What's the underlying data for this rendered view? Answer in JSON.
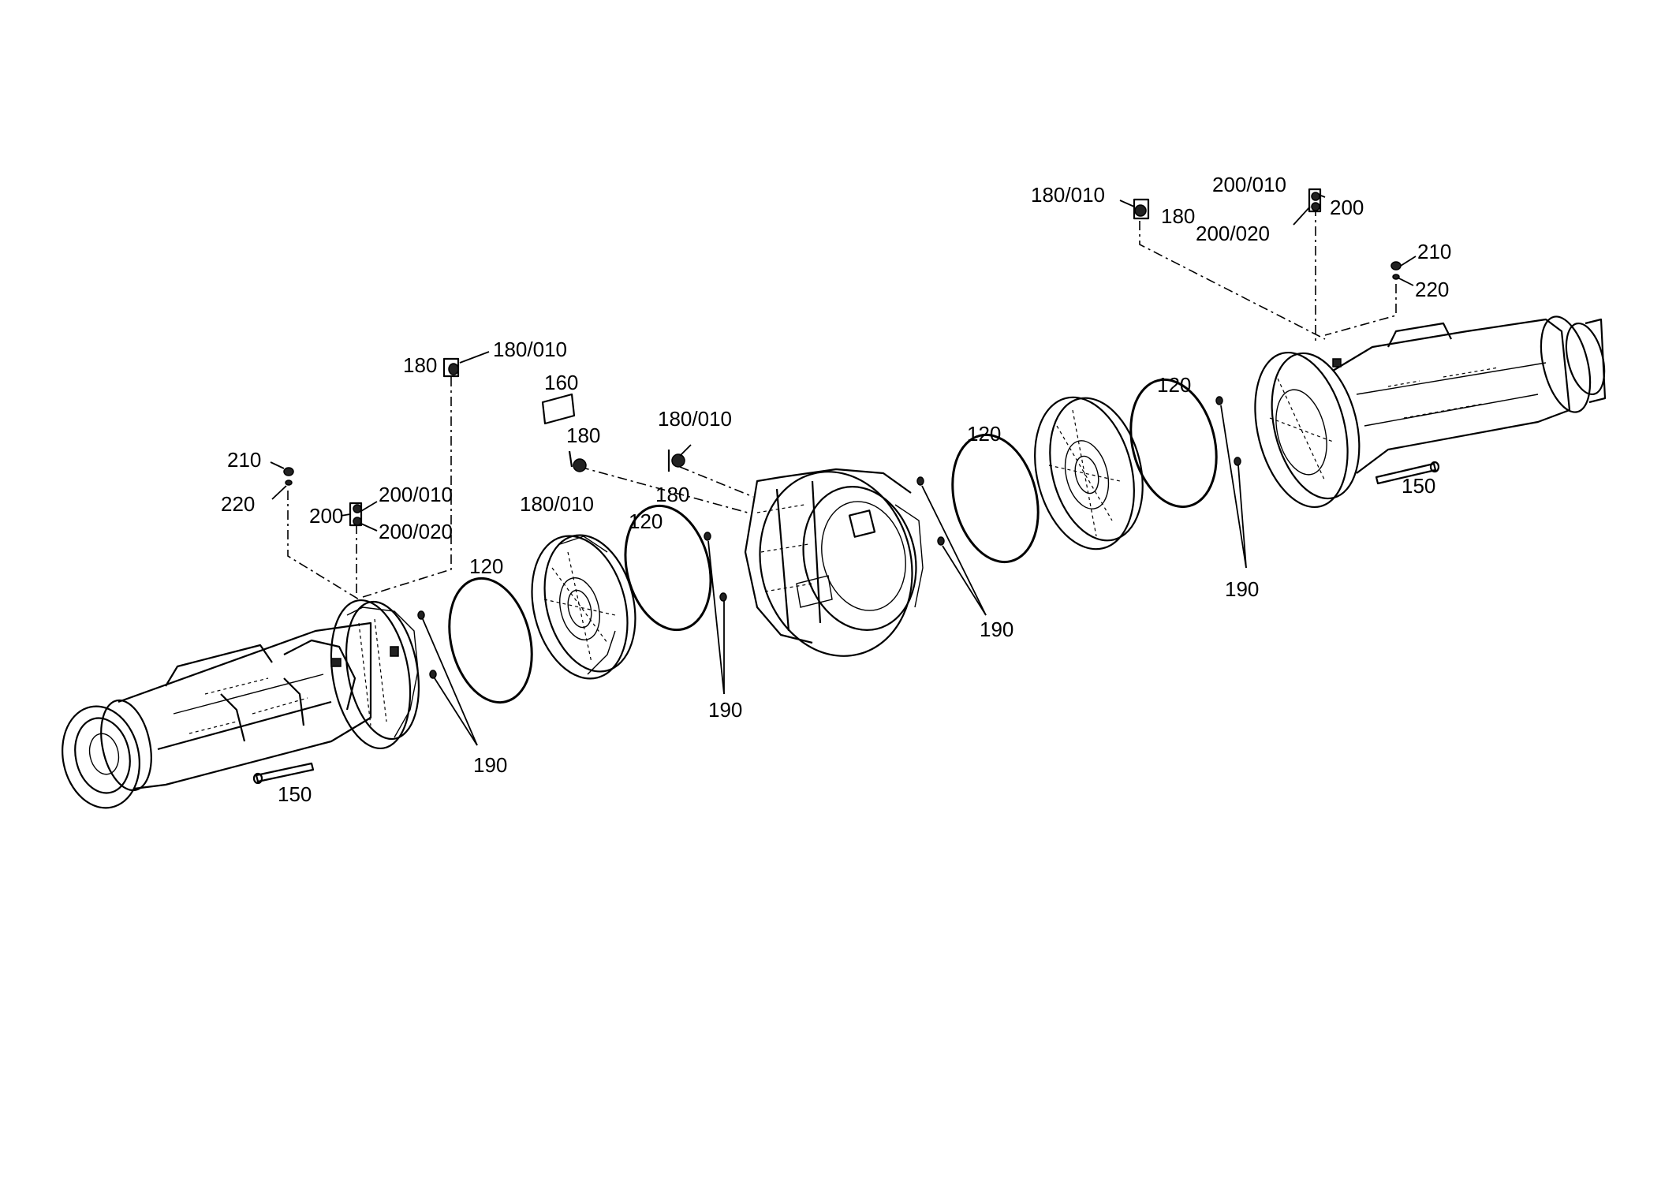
{
  "diagram": {
    "labels": {
      "l_180_a": "180",
      "l_180010_a": "180/010",
      "l_160": "160",
      "l_180_b": "180",
      "l_180010_b": "180/010",
      "l_180010_c": "180/010",
      "l_180_c": "180",
      "l_210_a": "210",
      "l_220_a": "220",
      "l_200_a": "200",
      "l_200010_a": "200/010",
      "l_200020_a": "200/020",
      "l_120_a": "120",
      "l_120_b": "120",
      "l_190_a": "190",
      "l_190_b": "190",
      "l_150_a": "150",
      "l_120_c": "120",
      "l_120_d": "120",
      "l_190_c": "190",
      "l_190_d": "190",
      "l_180010_d": "180/010",
      "l_180_d": "180",
      "l_200010_b": "200/010",
      "l_200_b": "200",
      "l_200020_b": "200/020",
      "l_210_b": "210",
      "l_220_b": "220",
      "l_150_b": "150"
    }
  }
}
